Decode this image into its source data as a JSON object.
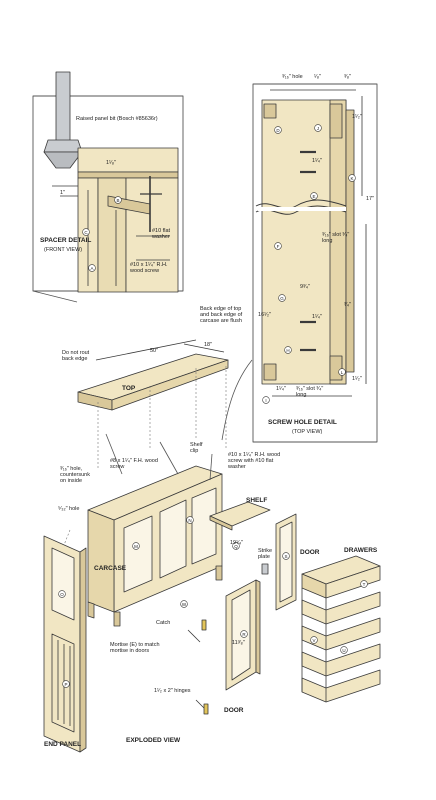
{
  "colors": {
    "wood": "#f1e6c3",
    "wood_dark": "#d9c89a",
    "line": "#3a3a3a",
    "panel_bg": "#ffffff",
    "metal": "#c9ccd0",
    "brass": "#e3c55a"
  },
  "spacer_detail": {
    "title": "SPACER DETAIL",
    "subtitle": "(FRONT VIEW)",
    "bit_label": "Raised panel bit (Bosch #85636r)",
    "dim_a": "1¹⁄₈\"",
    "dim_b": "1\"",
    "washer": "#10 flat washer",
    "screw": "#10 x 1¹⁄₄\" R.H. wood screw"
  },
  "screw_hole_detail": {
    "title": "SCREW HOLE DETAIL",
    "subtitle": "(TOP VIEW)",
    "dims_top": [
      "³⁄₁₆\" hole",
      "¹⁄₈\"",
      "³⁄₈\""
    ],
    "dim_right_a": "1¹⁄₂\"",
    "dim_right_b": "17\"",
    "dim_right_c": "1¹⁄₂\"",
    "dim_mid_a": "1¹⁄₄\"",
    "dim_mid_b": "9³⁄₄\"",
    "dim_mid_c": "1¹⁄₄\"",
    "dim_left": "16¹⁄₂\"",
    "slot_label": "³⁄₁₆\" slot ³⁄₄\" long",
    "slot_label_b": "³⁄₁₆\" slot ³⁄₄\" long",
    "dim_small": "³⁄₄\"",
    "dim_bottom": "1¹⁄₄\""
  },
  "top": {
    "label": "TOP",
    "dim_length": "50\"",
    "dim_width": "18\"",
    "no_rout": "Do not rout back edge",
    "flush_note": "Back edge of top and back edge of carcase are flush"
  },
  "exploded": {
    "title": "EXPLODED VIEW",
    "carcase": "CARCASE",
    "end_panel": "END PANEL",
    "door_left": "DOOR",
    "door_right": "DOOR",
    "drawers": "DRAWERS",
    "shelf": "SHELF",
    "shelf_clip": "Shelf clip",
    "strike_plate": "Strike plate",
    "catch": "Catch",
    "hinges": "1¹⁄₂ x 2\" hinges",
    "mortise_note": "Mortise (E) to match mortise in doors",
    "screw_note_a": "#8 x 1¹⁄₄\" F.H. wood screw",
    "screw_note_b": "#10 x 1¹⁄₄\" R.H. wood screw with #10 flat washer",
    "hole_note": "³⁄₁₆\" hole, countersunk on inside",
    "hole_note_b": "⁵⁄₃₂\" hole",
    "dim_a": "19¹⁄₄\"",
    "dim_b": "11³⁄₈\""
  },
  "part_letters": [
    "A",
    "B",
    "C",
    "D",
    "E",
    "F",
    "G",
    "H",
    "I",
    "J",
    "K",
    "L",
    "M",
    "N",
    "O",
    "P",
    "Q",
    "R",
    "S",
    "T",
    "U",
    "V",
    "W"
  ]
}
